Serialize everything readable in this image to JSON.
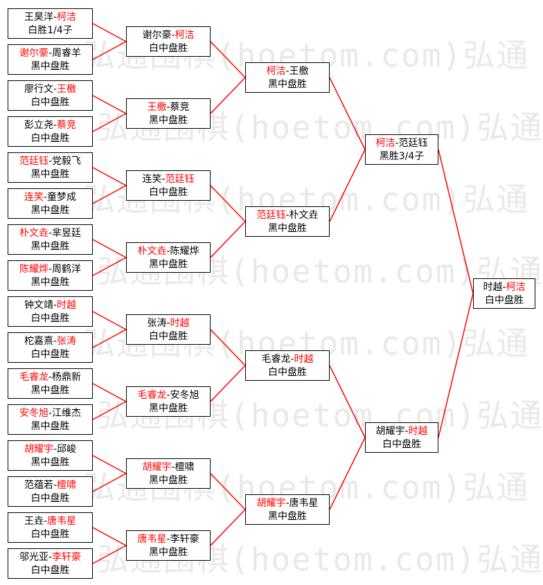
{
  "watermark": {
    "text": "弘通围棋(hoetom.com)弘通"
  },
  "colors": {
    "winner": "#ff0000",
    "line": "#ff0000",
    "text": "#000000",
    "border": "#000000"
  },
  "rounds": [
    [
      {
        "p1": "王昊洋",
        "p2": "柯洁",
        "w": 2,
        "r": "白胜1/4子"
      },
      {
        "p1": "谢尔豪",
        "p2": "周睿羊",
        "w": 1,
        "r": "黑中盘胜"
      },
      {
        "p1": "廖行文",
        "p2": "王檄",
        "w": 2,
        "r": "白中盘胜"
      },
      {
        "p1": "彭立尧",
        "p2": "蔡竞",
        "w": 2,
        "r": "白中盘胜"
      },
      {
        "p1": "范廷钰",
        "p2": "党毅飞",
        "w": 1,
        "r": "黑中盘胜"
      },
      {
        "p1": "连笑",
        "p2": "童梦成",
        "w": 1,
        "r": "黑中盘胜"
      },
      {
        "p1": "朴文垚",
        "p2": "芈昱廷",
        "w": 1,
        "r": "黑中盘胜"
      },
      {
        "p1": "陈耀烨",
        "p2": "周鹤洋",
        "w": 1,
        "r": "黑中盘胜"
      },
      {
        "p1": "钟文靖",
        "p2": "时越",
        "w": 2,
        "r": "白中盘胜"
      },
      {
        "p1": "柁嘉熹",
        "p2": "张涛",
        "w": 2,
        "r": "白中盘胜"
      },
      {
        "p1": "毛睿龙",
        "p2": "杨鼎新",
        "w": 1,
        "r": "黑中盘胜"
      },
      {
        "p1": "安冬旭",
        "p2": "江维杰",
        "w": 1,
        "r": "黑中盘胜"
      },
      {
        "p1": "胡耀宇",
        "p2": "邱峻",
        "w": 1,
        "r": "黑中盘胜"
      },
      {
        "p1": "范蕴若",
        "p2": "檀啸",
        "w": 2,
        "r": "白中盘胜"
      },
      {
        "p1": "王垚",
        "p2": "唐韦星",
        "w": 2,
        "r": "白中盘胜"
      },
      {
        "p1": "邬光亚",
        "p2": "李轩豪",
        "w": 2,
        "r": "白中盘胜"
      }
    ],
    [
      {
        "p1": "谢尔豪",
        "p2": "柯洁",
        "w": 2,
        "r": "白中盘胜"
      },
      {
        "p1": "王檄",
        "p2": "蔡竞",
        "w": 1,
        "r": "黑中盘胜"
      },
      {
        "p1": "连笑",
        "p2": "范廷钰",
        "w": 2,
        "r": "白中盘胜"
      },
      {
        "p1": "朴文垚",
        "p2": "陈耀烨",
        "w": 1,
        "r": "黑中盘胜"
      },
      {
        "p1": "张涛",
        "p2": "时越",
        "w": 2,
        "r": "白中盘胜"
      },
      {
        "p1": "毛睿龙",
        "p2": "安冬旭",
        "w": 1,
        "r": "黑中盘胜"
      },
      {
        "p1": "胡耀宇",
        "p2": "檀啸",
        "w": 1,
        "r": "黑中盘胜"
      },
      {
        "p1": "唐韦星",
        "p2": "李轩豪",
        "w": 1,
        "r": "黑中盘胜"
      }
    ],
    [
      {
        "p1": "柯洁",
        "p2": "王檄",
        "w": 1,
        "r": "黑中盘胜"
      },
      {
        "p1": "范廷钰",
        "p2": "朴文垚",
        "w": 1,
        "r": "黑中盘胜"
      },
      {
        "p1": "毛睿龙",
        "p2": "时越",
        "w": 2,
        "r": "白中盘胜"
      },
      {
        "p1": "胡耀宇",
        "p2": "唐韦星",
        "w": 1,
        "r": "黑中盘胜"
      }
    ],
    [
      {
        "p1": "柯洁",
        "p2": "范廷钰",
        "w": 1,
        "r": "黑胜3/4子"
      },
      {
        "p1": "胡耀宇",
        "p2": "时越",
        "w": 2,
        "r": "白中盘胜"
      }
    ],
    [
      {
        "p1": "时越",
        "p2": "柯洁",
        "w": 2,
        "r": "白中盘胜"
      }
    ]
  ]
}
